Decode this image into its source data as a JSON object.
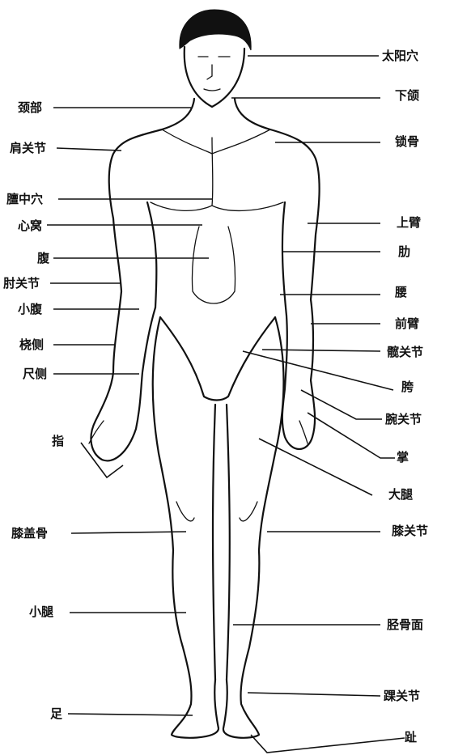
{
  "labels": {
    "taiyang_xue": "太阳穴",
    "jing_bu": "颈部",
    "xia_han": "下颌",
    "jian_guan_jie": "肩关节",
    "suo_gu": "锁骨",
    "dan_zhong_xue": "膻中穴",
    "xin_wo": "心窝",
    "shang_bi": "上臂",
    "lei": "肋",
    "fu": "腹",
    "zhou_guan_jie": "肘关节",
    "yao": "腰",
    "xiao_fu": "小腹",
    "qian_bi": "前臂",
    "rao_ce": "桡侧",
    "kuan_guan_jie": "髋关节",
    "chi_ce": "尺侧",
    "kua": "胯",
    "wan_guan_jie": "腕关节",
    "zhi": "指",
    "zhang": "掌",
    "da_tui": "大腿",
    "xi_gai_gu": "膝盖骨",
    "xi_guan_jie": "膝关节",
    "xiao_tui": "小腿",
    "jing_gu_mian": "胫骨面",
    "huai_guan_jie": "踝关节",
    "zu": "足",
    "zhi_toe": "趾"
  }
}
